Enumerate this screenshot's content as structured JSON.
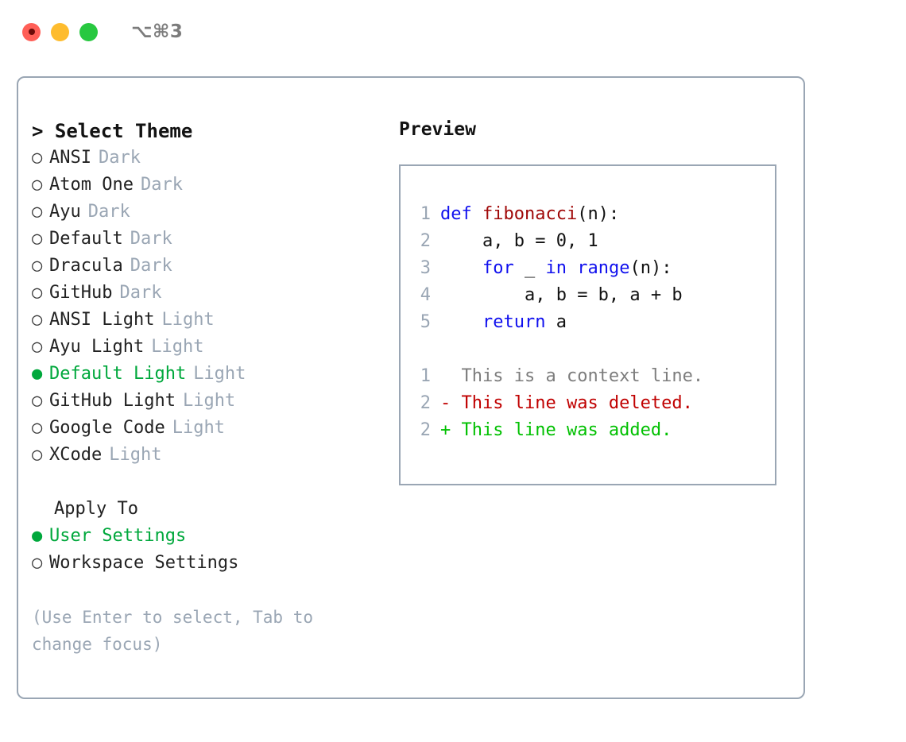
{
  "titlebar": {
    "shortcut": "⌥⌘3",
    "lights": [
      {
        "name": "close",
        "color": "#ff5f57"
      },
      {
        "name": "minimize",
        "color": "#febc2e"
      },
      {
        "name": "maximize",
        "color": "#28c840"
      }
    ]
  },
  "colors": {
    "selected_green": "#00a83c",
    "muted_tag": "#9aa6b4",
    "border": "#9aa6b4",
    "keyword_blue": "#1010ee",
    "function_red": "#a00808",
    "diff_delete": "#c00000",
    "diff_add": "#00c000",
    "diff_context": "#7d7d7d"
  },
  "theme_list": {
    "title": "> Select Theme",
    "items": [
      {
        "bullet": "○",
        "name": "ANSI",
        "tag": "Dark",
        "selected": false
      },
      {
        "bullet": "○",
        "name": "Atom One",
        "tag": "Dark",
        "selected": false
      },
      {
        "bullet": "○",
        "name": "Ayu",
        "tag": "Dark",
        "selected": false
      },
      {
        "bullet": "○",
        "name": "Default",
        "tag": "Dark",
        "selected": false
      },
      {
        "bullet": "○",
        "name": "Dracula",
        "tag": "Dark",
        "selected": false
      },
      {
        "bullet": "○",
        "name": "GitHub",
        "tag": "Dark",
        "selected": false
      },
      {
        "bullet": "○",
        "name": "ANSI Light",
        "tag": "Light",
        "selected": false
      },
      {
        "bullet": "○",
        "name": "Ayu Light",
        "tag": "Light",
        "selected": false
      },
      {
        "bullet": "●",
        "name": "Default Light",
        "tag": "Light",
        "selected": true
      },
      {
        "bullet": "○",
        "name": "GitHub Light",
        "tag": "Light",
        "selected": false
      },
      {
        "bullet": "○",
        "name": "Google Code",
        "tag": "Light",
        "selected": false
      },
      {
        "bullet": "○",
        "name": "XCode",
        "tag": "Light",
        "selected": false
      }
    ]
  },
  "apply_to": {
    "title": "Apply To",
    "options": [
      {
        "bullet": "●",
        "label": "User Settings",
        "selected": true
      },
      {
        "bullet": "○",
        "label": "Workspace Settings",
        "selected": false
      }
    ]
  },
  "hint": "(Use Enter to select, Tab to change focus)",
  "preview": {
    "title": "Preview",
    "code": [
      {
        "num": "1",
        "indent": "",
        "parts": [
          {
            "t": "def ",
            "c": "kw"
          },
          {
            "t": "fibonacci",
            "c": "fn"
          },
          {
            "t": "(n):",
            "c": "code-text"
          }
        ]
      },
      {
        "num": "2",
        "indent": "    ",
        "parts": [
          {
            "t": "a, b = 0, 1",
            "c": "code-text"
          }
        ]
      },
      {
        "num": "3",
        "indent": "    ",
        "parts": [
          {
            "t": "for",
            "c": "kw"
          },
          {
            "t": " _ ",
            "c": "code-text"
          },
          {
            "t": "in",
            "c": "kw"
          },
          {
            "t": " ",
            "c": "code-text"
          },
          {
            "t": "range",
            "c": "kw"
          },
          {
            "t": "(n):",
            "c": "code-text"
          }
        ]
      },
      {
        "num": "4",
        "indent": "        ",
        "parts": [
          {
            "t": "a, b = b, a + b",
            "c": "code-text"
          }
        ]
      },
      {
        "num": "5",
        "indent": "    ",
        "parts": [
          {
            "t": "return",
            "c": "kw"
          },
          {
            "t": " a",
            "c": "code-text"
          }
        ]
      }
    ],
    "diff": [
      {
        "num": "1",
        "marker": "  ",
        "text": "This is a context line.",
        "cls": "diff-ctx"
      },
      {
        "num": "2",
        "marker": "- ",
        "text": "This line was deleted.",
        "cls": "diff-del"
      },
      {
        "num": "2",
        "marker": "+ ",
        "text": "This line was added.",
        "cls": "diff-add"
      }
    ]
  }
}
